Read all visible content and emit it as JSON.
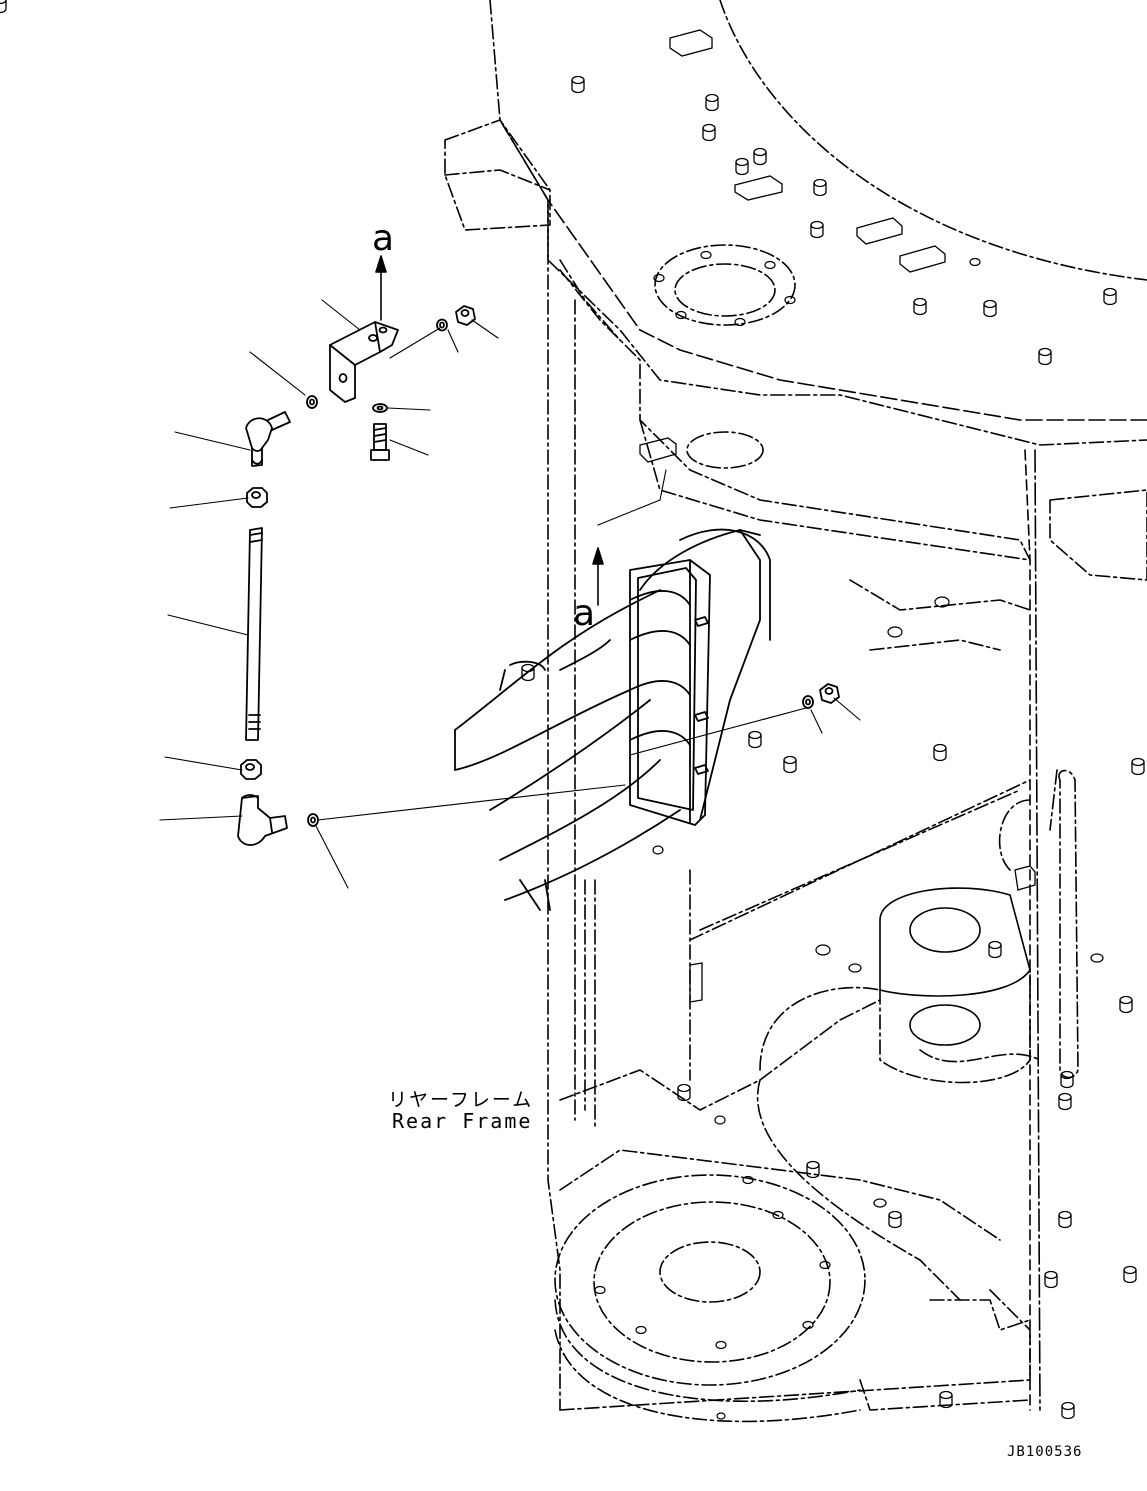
{
  "labels": {
    "frame_jp": "リヤーフレーム",
    "frame_en": "Rear Frame",
    "ref_a_top": "a",
    "ref_a_mid": "a",
    "drawing_id": "JB100536"
  },
  "colors": {
    "ink": "#000000",
    "paper": "#ffffff"
  }
}
